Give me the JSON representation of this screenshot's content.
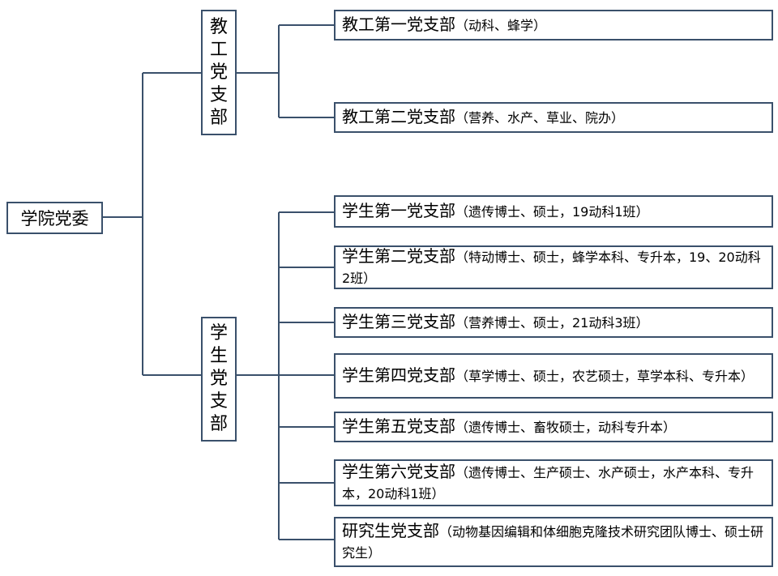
{
  "root": {
    "label": "学院党委"
  },
  "groups": [
    {
      "label_chars": [
        "教",
        "工",
        "党",
        "支",
        "部"
      ],
      "branches": [
        {
          "lead": "教工第一党支部",
          "detail": "（动科、蜂学）"
        },
        {
          "lead": "教工第二党支部",
          "detail": "（营养、水产、草业、院办）"
        }
      ]
    },
    {
      "label_chars": [
        "学",
        "生",
        "党",
        "支",
        "部"
      ],
      "branches": [
        {
          "lead": "学生第一党支部",
          "detail": "（遗传博士、硕士，19动科1班）"
        },
        {
          "lead": "学生第二党支部",
          "detail": "（特动博士、硕士，蜂学本科、专升本，19、20动科2班）"
        },
        {
          "lead": "学生第三党支部",
          "detail": "（营养博士、硕士，21动科3班）"
        },
        {
          "lead": "学生第四党支部",
          "detail": "（草学博士、硕士，农艺硕士，草学本科、专升本）"
        },
        {
          "lead": "学生第五党支部",
          "detail": "（遗传博士、畜牧硕士，动科专升本）"
        },
        {
          "lead": "学生第六党支部",
          "detail": "（遗传博士、生产硕士、水产硕士，水产本科、专升本，20动科1班）"
        },
        {
          "lead": "研究生党支部",
          "detail": "（动物基因编辑和体细胞克隆技术研究团队博士、硕士研究生）"
        }
      ]
    }
  ]
}
